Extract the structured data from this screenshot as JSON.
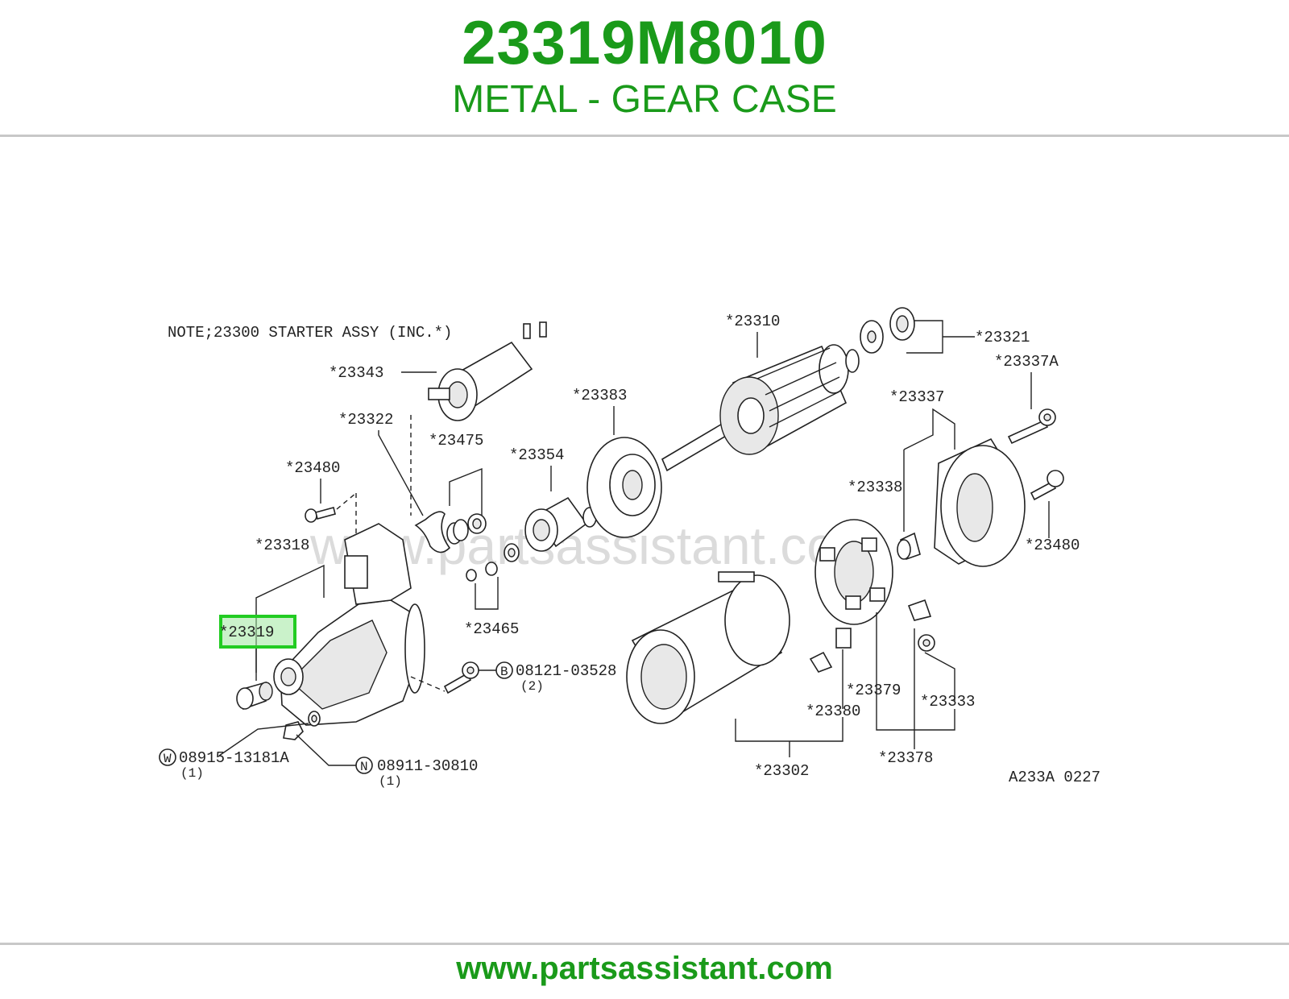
{
  "header": {
    "part_number": "23319M8010",
    "part_name": "METAL - GEAR CASE"
  },
  "diagram": {
    "note": "NOTE;23300 STARTER ASSY (INC.*)",
    "watermark": "www.partsassistant.com",
    "ref_code": "A233A 0227",
    "highlighted_callout": "23319",
    "callouts": {
      "c23343": "*23343",
      "c23322": "*23322",
      "c23475": "*23475",
      "c23480a": "*23480",
      "c23318": "*23318",
      "c23319": "*23319",
      "c23354": "*23354",
      "c23465": "*23465",
      "c23383": "*23383",
      "c23310": "*23310",
      "c23321": "*23321",
      "c23337a": "*23337A",
      "c23337": "*23337",
      "c23338": "*23338",
      "c23480b": "*23480",
      "c23379": "*23379",
      "c23333": "*23333",
      "c23380": "*23380",
      "c23378": "*23378",
      "c23302": "*23302",
      "b_part": "08121-03528",
      "b_qty": "(2)",
      "w_part": "08915-13181A",
      "w_qty": "(1)",
      "n_part": "08911-30810",
      "n_qty": "(1)",
      "b_letter": "B",
      "w_letter": "W",
      "n_letter": "N"
    },
    "highlight_color": "#22cc22"
  },
  "footer": {
    "url": "www.partsassistant.com"
  }
}
